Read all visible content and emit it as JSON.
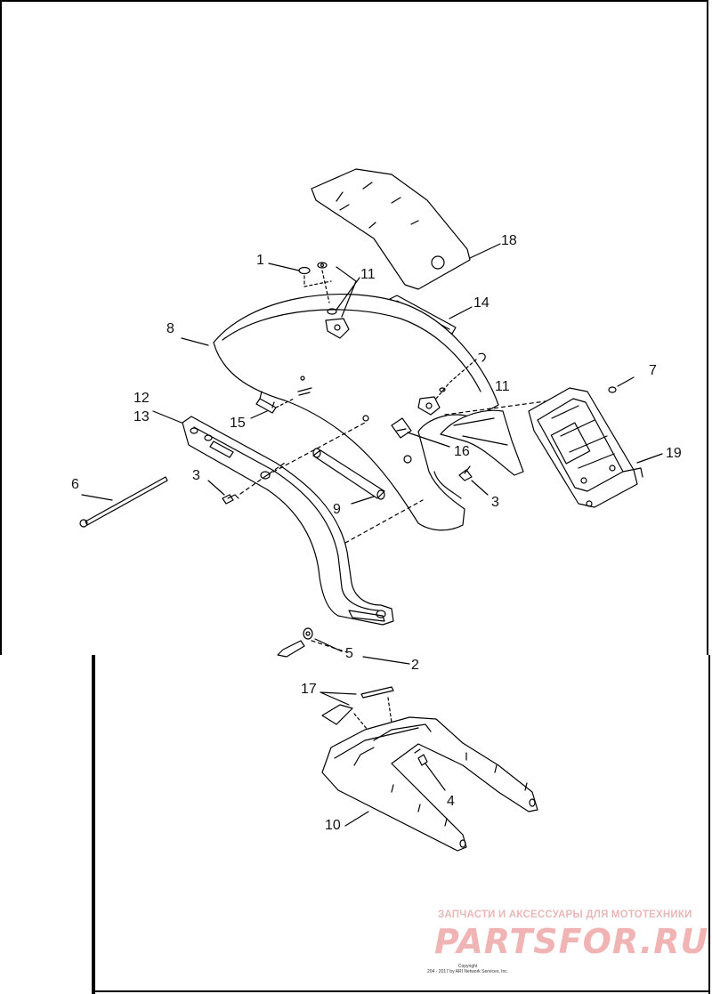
{
  "callouts": {
    "c1": "1",
    "c2": "2",
    "c3a": "3",
    "c3b": "3",
    "c4": "4",
    "c5": "5",
    "c6": "6",
    "c7": "7",
    "c8": "8",
    "c9": "9",
    "c10": "10",
    "c11a": "11",
    "c11b": "11",
    "c12": "12",
    "c13": "13",
    "c14": "14",
    "c15": "15",
    "c16": "16",
    "c17": "17",
    "c18": "18",
    "c19": "19"
  },
  "watermark": {
    "tagline": "ЗАПЧАСТИ И АКСЕССУАРЫ ДЛЯ МОТОТЕХНИКИ",
    "logo": "PARTSFOR.RU"
  },
  "copyright": {
    "line1": "Copyright",
    "line2": "204 - 2017 by ARI Network Services, Inc."
  },
  "colors": {
    "line": "#000000",
    "watermark": "#f0b4b4"
  }
}
